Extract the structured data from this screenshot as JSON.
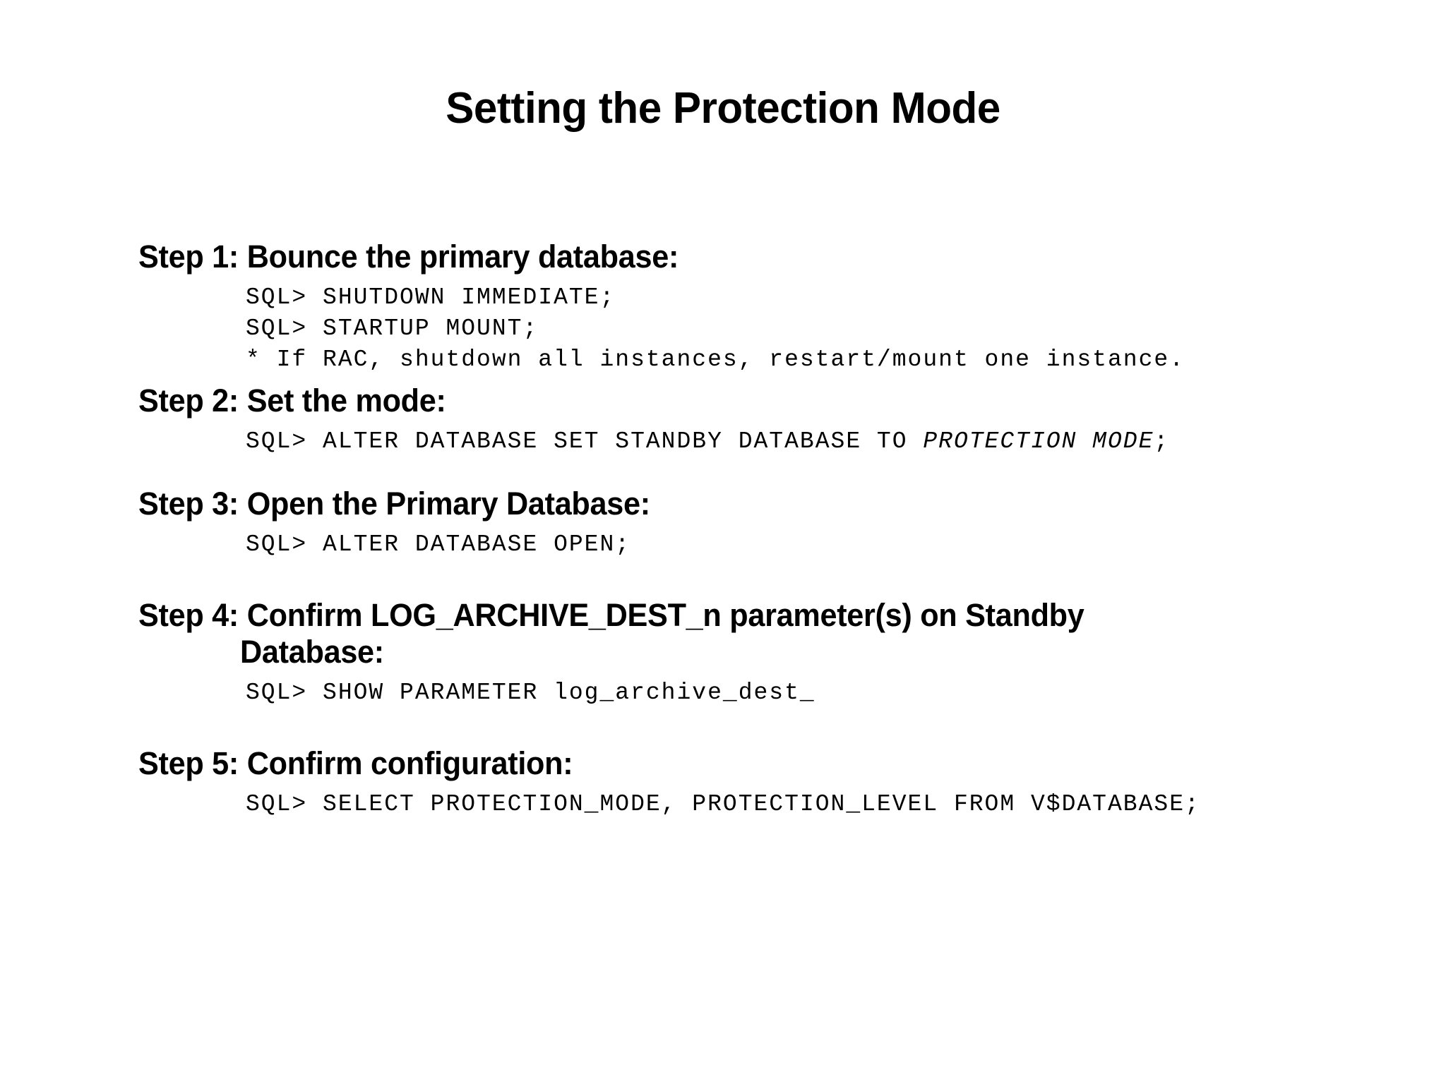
{
  "slide": {
    "title": "Setting the Protection Mode",
    "background_color": "#ffffff",
    "text_color": "#000000",
    "steps": [
      {
        "heading": "Step 1: Bounce the primary database:",
        "lines": [
          {
            "text": "SQL> SHUTDOWN IMMEDIATE;"
          },
          {
            "text": "SQL> STARTUP MOUNT;"
          },
          {
            "text": "* If RAC, shutdown all instances, restart/mount one instance."
          }
        ]
      },
      {
        "heading": "Step 2: Set the mode:",
        "lines": [
          {
            "prefix": "SQL> ALTER DATABASE SET STANDBY DATABASE TO ",
            "italic": "PROTECTION MODE",
            "suffix": ";"
          }
        ]
      },
      {
        "heading": "Step 3: Open the Primary Database:",
        "lines": [
          {
            "text": "SQL> ALTER DATABASE OPEN;"
          }
        ]
      },
      {
        "heading_line1": "Step 4: Confirm LOG_ARCHIVE_DEST_n parameter(s) on Standby",
        "heading_line2": "Database:",
        "lines": [
          {
            "text": "SQL> SHOW PARAMETER log_archive_dest_"
          }
        ]
      },
      {
        "heading": "Step 5: Confirm configuration:",
        "lines": [
          {
            "text": "SQL> SELECT PROTECTION_MODE, PROTECTION_LEVEL FROM V$DATABASE;"
          }
        ]
      }
    ]
  }
}
